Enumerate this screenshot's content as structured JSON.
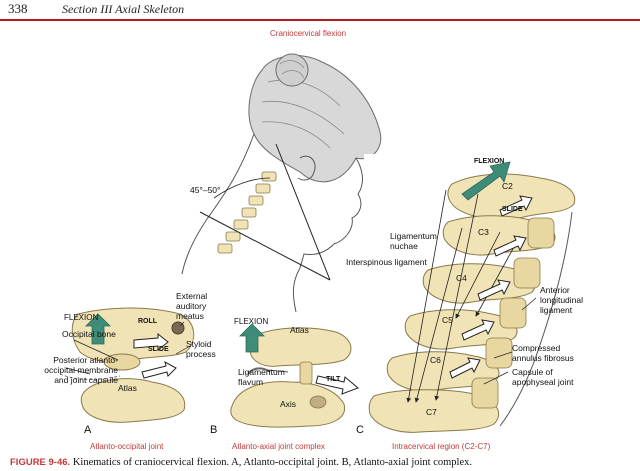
{
  "header": {
    "page_number": "338",
    "section": "Section III   Axial Skeleton"
  },
  "figure": {
    "main_title": "Craniocervical flexion",
    "angle": "45°–50°",
    "panels": [
      {
        "letter": "A",
        "caption": "Atlanto-occipital joint"
      },
      {
        "letter": "B",
        "caption": "Atlanto-axial joint complex"
      },
      {
        "letter": "C",
        "caption": "Intracervical region (C2-C7)"
      }
    ],
    "labels": {
      "flexion_a": "FLEXION",
      "external_auditory": "External\nauditory\nmeatus",
      "occipital_bone": "Occipital bone",
      "styloid": "Styloid\nprocess",
      "posterior_membrane": "Posterior atlanto-\noccipital membrane\nand joint capsule",
      "atlas_a": "Atlas",
      "roll": "ROLL",
      "slide_a": "SLIDE",
      "flexion_b": "FLEXION",
      "atlas_b": "Atlas",
      "ligamentum_flavum": "Ligamentum\nflavum",
      "axis": "Axis",
      "tilt": "TILT",
      "flexion_c": "FLEXION",
      "ligamentum_nuchae": "Ligamentum\nnuchae",
      "interspinous": "Interspinous ligament",
      "anterior_long": "Anterior\nlongitudinal\nligament",
      "compressed_annulus": "Compressed\nannulus fibrosus",
      "capsule_apophyseal": "Capsule of\napophyseal joint",
      "slide_c": "SLIDE",
      "vertebrae": [
        "C2",
        "C3",
        "C4",
        "C5",
        "C6",
        "C7"
      ]
    }
  },
  "caption": {
    "figure_number": "FIGURE 9-46.",
    "text": " Kinematics of craniocervical flexion. A, Atlanto-occipital joint. B, Atlanto-axial joint complex."
  },
  "colors": {
    "bone": "#f0e3b6",
    "bone_stroke": "#8b7a4a",
    "arrow_green": "#3f8c78",
    "red_label": "#c23a3a",
    "rule": "#b11a22"
  }
}
